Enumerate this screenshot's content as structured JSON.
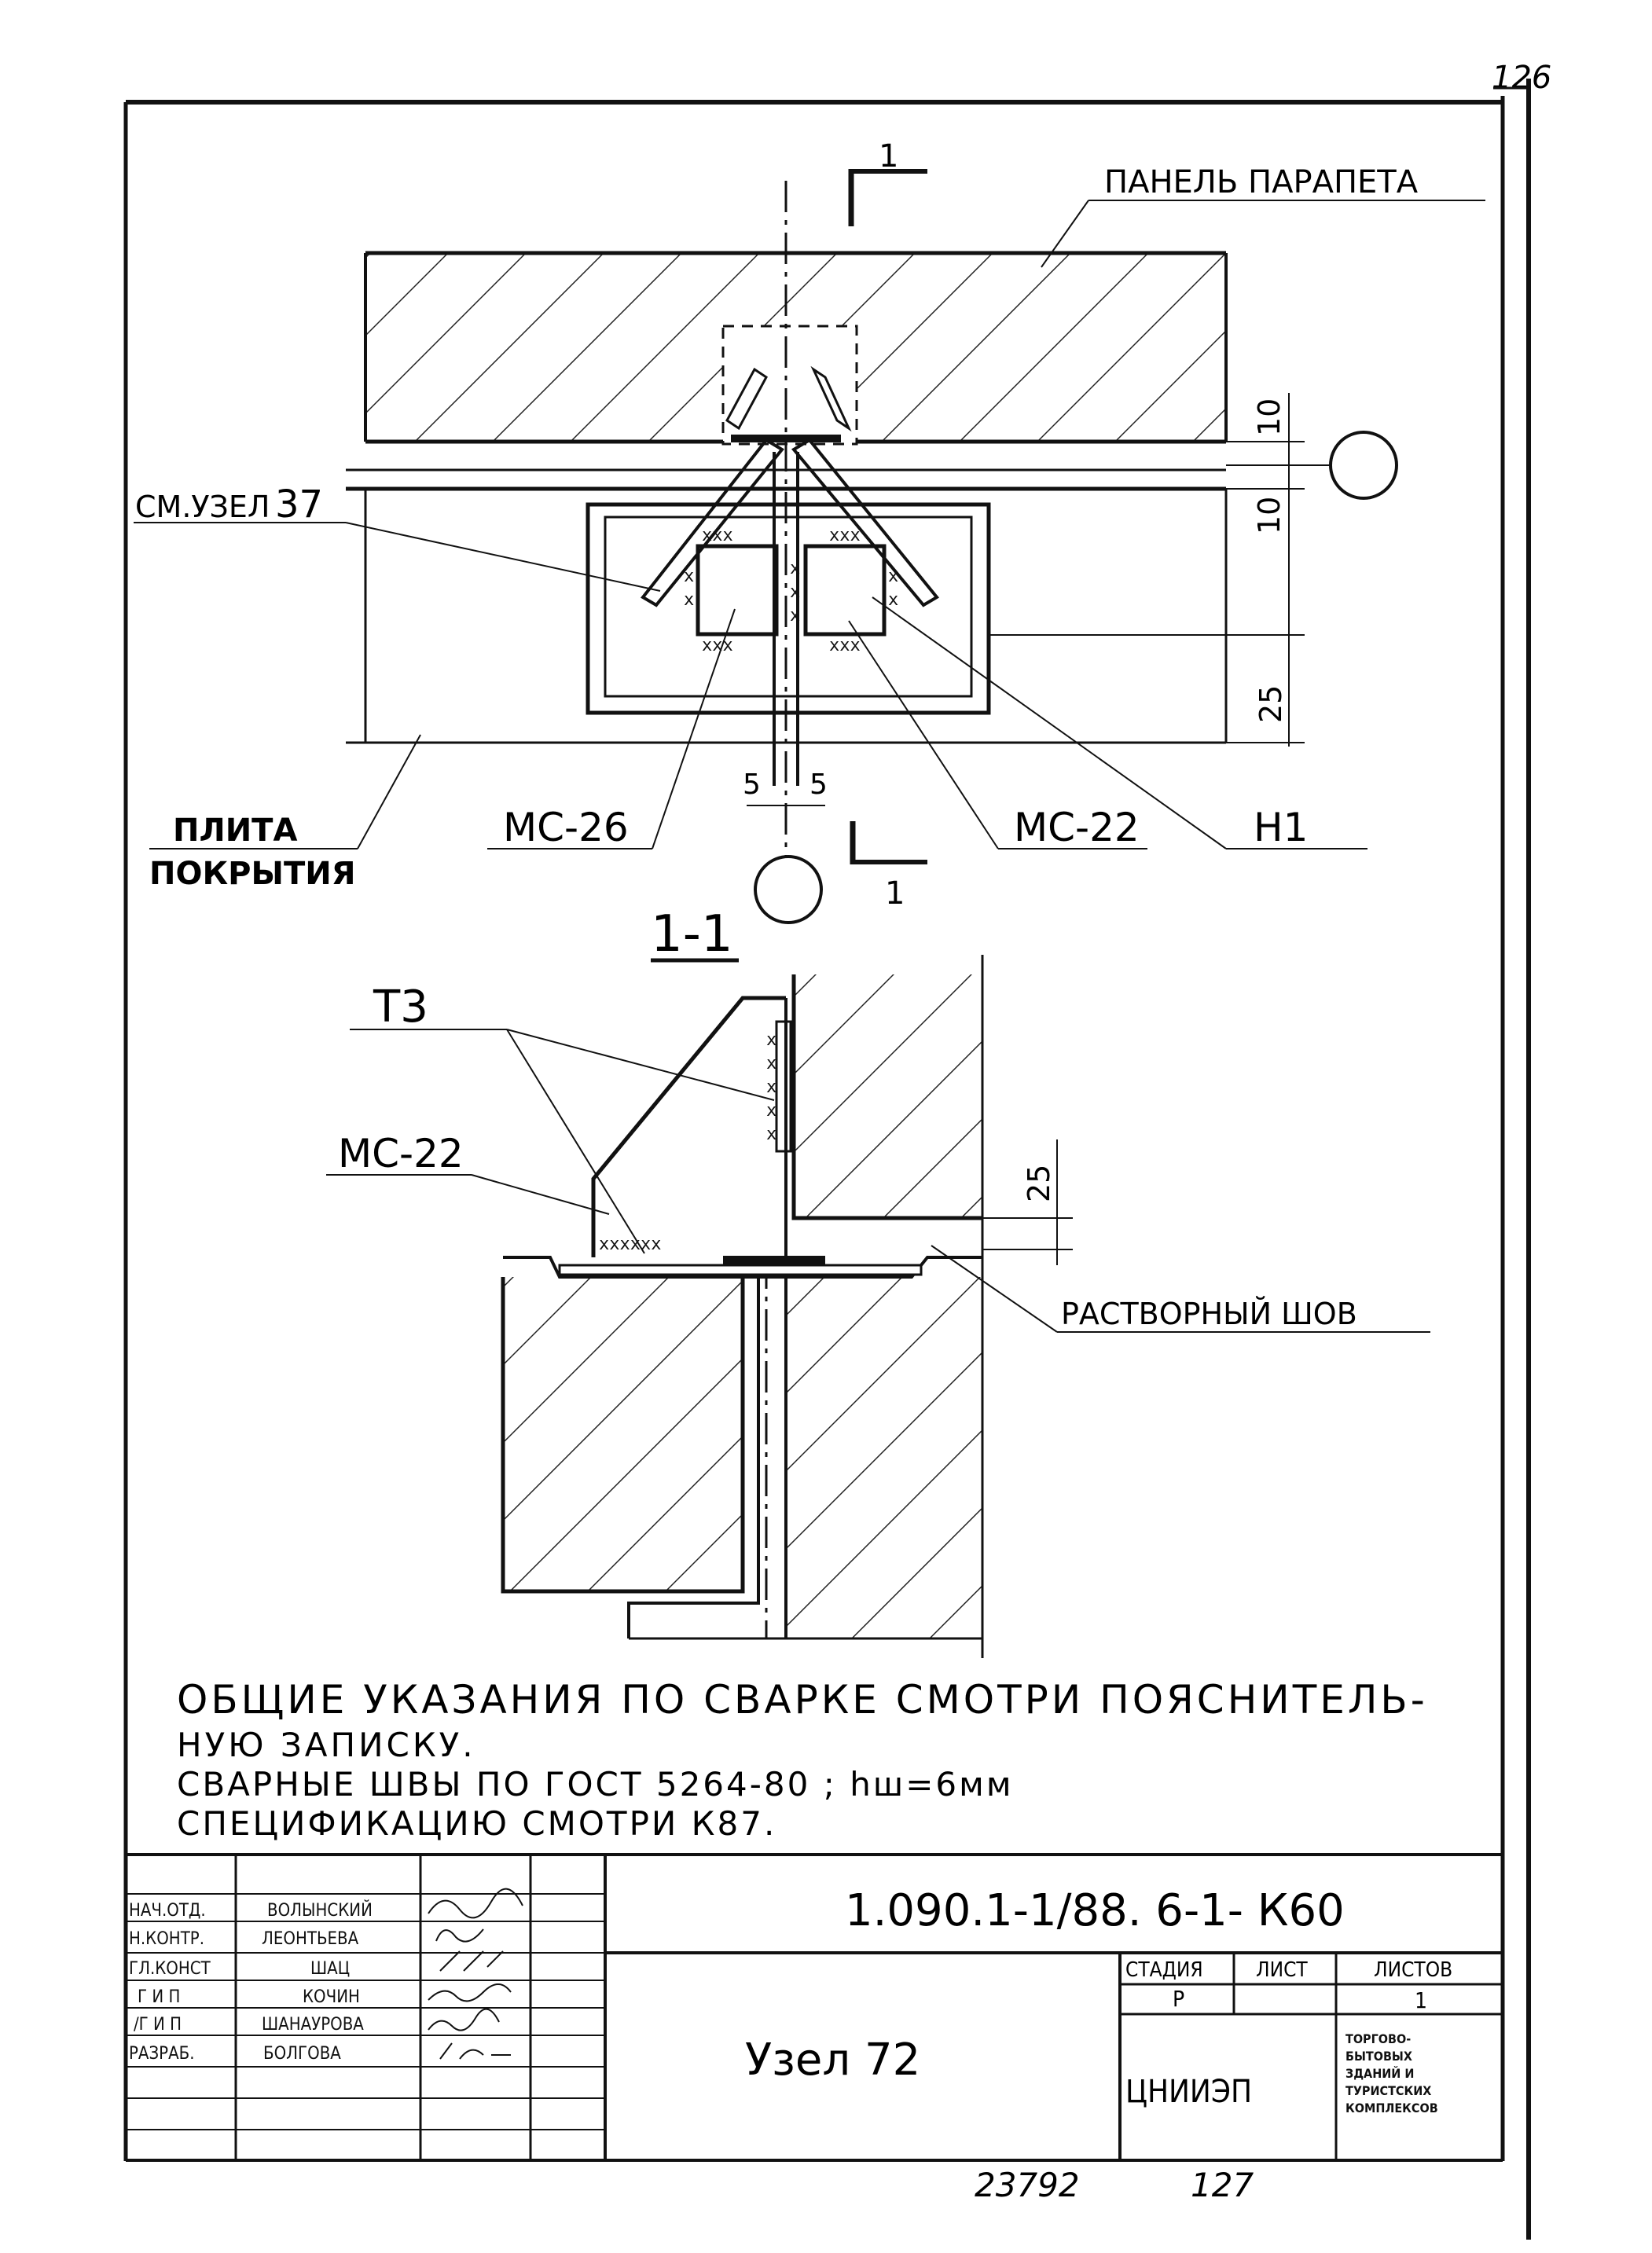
{
  "page_number": "126",
  "top_view": {
    "section_mark": "1",
    "label_parapet_panel": "ПАНЕЛЬ ПАРАПЕТА",
    "label_see_node": "СМ.УЗЕЛ",
    "label_see_node_num": "37",
    "label_roof_slab_1": "ПЛИТА",
    "label_roof_slab_2": "ПОКРЫТИЯ",
    "label_mc26": "МС-26",
    "label_mc22": "МС-22",
    "label_n1": "Н1",
    "dim_10_top": "10",
    "dim_10_bottom": "10",
    "dim_25": "25",
    "dim_5_left": "5",
    "dim_5_right": "5"
  },
  "section_view": {
    "title": "1-1",
    "label_t3": "Т3",
    "label_mc22": "МС-22",
    "label_mortar_joint": "РАСТВОРНЫЙ ШОВ",
    "dim_25": "25"
  },
  "notes": {
    "line1": "ОБЩИЕ УКАЗАНИЯ ПО СВАРКЕ СМОТРИ ПОЯСНИТЕЛЬ-",
    "line2": "НУЮ ЗАПИСКУ.",
    "line3": "СВАРНЫЕ ШВЫ ПО ГОСТ 5264-80 ; hш=6мм",
    "line4": "СПЕЦИФИКАЦИЮ СМОТРИ К87."
  },
  "title_block": {
    "doc_code": "1.090.1-1/88. 6-1- К60",
    "drawing_name": "Узел 72",
    "rows": [
      {
        "role": "НАЧ.ОТД.",
        "name": "ВОЛЫНСКИЙ"
      },
      {
        "role": "Н.КОНТР.",
        "name": "ЛЕОНТЬЕВА"
      },
      {
        "role": "ГЛ.КОНСТ",
        "name": "ШАЦ"
      },
      {
        "role": "Г И П",
        "name": "КОЧИН"
      },
      {
        "role": "/Г И П",
        "name": "ШАНАУРОВА"
      },
      {
        "role": "РАЗРАБ.",
        "name": "БОЛГОВА"
      }
    ],
    "stage_header": "СТАДИЯ",
    "sheet_header": "ЛИСТ",
    "sheets_header": "ЛИСТОВ",
    "stage_value": "Р",
    "sheets_value": "1",
    "org": "ЦНИИЭП",
    "org_desc": [
      "ТОРГОВО-",
      "БЫТОВЫХ",
      "ЗДАНИЙ И",
      "ТУРИСТСКИХ",
      "КОМПЛЕКСОВ"
    ]
  },
  "footer": {
    "inventory_number": "23792",
    "page_ref": "127"
  }
}
